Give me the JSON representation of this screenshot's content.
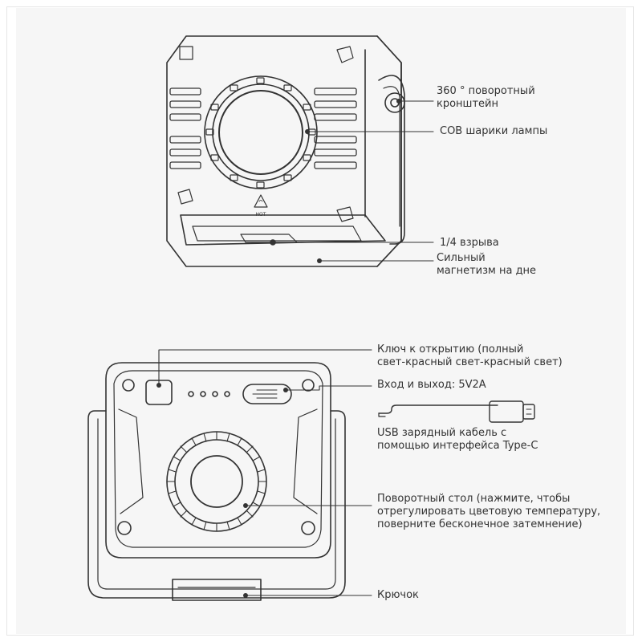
{
  "top_view": {
    "labels": {
      "bracket": [
        "360 ° поворотный",
        "кронштейн"
      ],
      "cob": "COB шарики лампы",
      "quarter": "1/4 взрыва",
      "magnet": [
        "Сильный",
        "магнетизм на дне"
      ]
    },
    "hot_icon_text": "HOT"
  },
  "bottom_view": {
    "labels": {
      "key": [
        "Ключ к открытию (полный",
        "свет-красный свет-красный свет)"
      ],
      "io": "Вход и выход: 5V2A",
      "usb": [
        "USB зарядный кабель с",
        "помощью интерфейса Type-C"
      ],
      "dial": [
        "Поворотный стол (нажмите, чтобы",
        "отрегулировать цветовую температуру,",
        "поверните бесконечное затемнение)"
      ],
      "hook": "Крючок"
    }
  },
  "colors": {
    "panel": "#f6f6f6",
    "line": "#333333",
    "text": "#333333"
  }
}
